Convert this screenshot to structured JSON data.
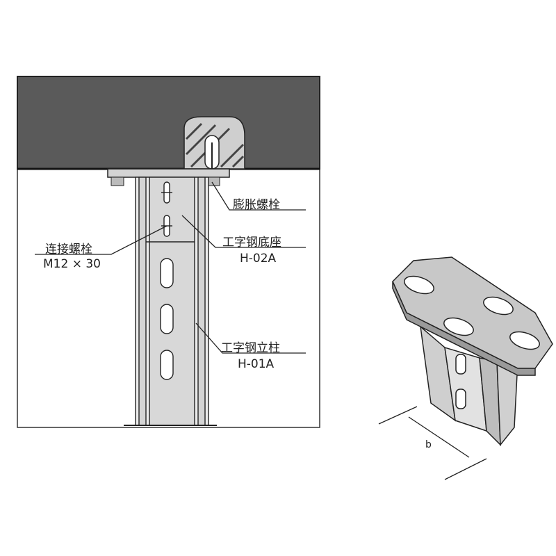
{
  "labels": {
    "expansion_bolt": "膨胀螺栓",
    "base_name": "工字钢底座",
    "base_code": "H-02A",
    "connect_bolt": "连接螺栓",
    "connect_spec": "M12 × 30",
    "column_name": "工字钢立柱",
    "column_code": "H-01A",
    "dimension_b": "b"
  },
  "colors": {
    "ceiling": "#5a5a5a",
    "steel": "#d4d4d4",
    "line": "#222222"
  }
}
